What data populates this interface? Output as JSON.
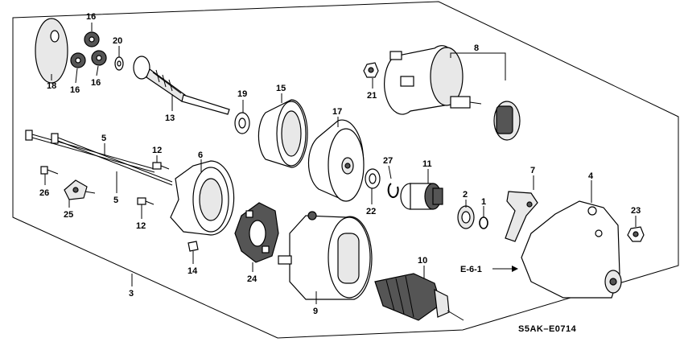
{
  "parts": [
    {
      "id": "18",
      "label": "18"
    },
    {
      "id": "16a",
      "label": "16"
    },
    {
      "id": "16b",
      "label": "16"
    },
    {
      "id": "16c",
      "label": "16"
    },
    {
      "id": "20",
      "label": "20"
    },
    {
      "id": "13",
      "label": "13"
    },
    {
      "id": "19",
      "label": "19"
    },
    {
      "id": "15",
      "label": "15"
    },
    {
      "id": "17",
      "label": "17"
    },
    {
      "id": "21",
      "label": "21"
    },
    {
      "id": "8",
      "label": "8"
    },
    {
      "id": "5a",
      "label": "5"
    },
    {
      "id": "5b",
      "label": "5"
    },
    {
      "id": "12a",
      "label": "12"
    },
    {
      "id": "12b",
      "label": "12"
    },
    {
      "id": "6",
      "label": "6"
    },
    {
      "id": "26",
      "label": "26"
    },
    {
      "id": "25",
      "label": "25"
    },
    {
      "id": "14",
      "label": "14"
    },
    {
      "id": "24",
      "label": "24"
    },
    {
      "id": "9",
      "label": "9"
    },
    {
      "id": "10",
      "label": "10"
    },
    {
      "id": "22",
      "label": "22"
    },
    {
      "id": "27",
      "label": "27"
    },
    {
      "id": "11",
      "label": "11"
    },
    {
      "id": "2",
      "label": "2"
    },
    {
      "id": "1",
      "label": "1"
    },
    {
      "id": "7",
      "label": "7"
    },
    {
      "id": "4",
      "label": "4"
    },
    {
      "id": "23",
      "label": "23"
    },
    {
      "id": "3",
      "label": "3"
    }
  ],
  "reference": "E-6-1",
  "diagram_code": "S5AK–E0714"
}
